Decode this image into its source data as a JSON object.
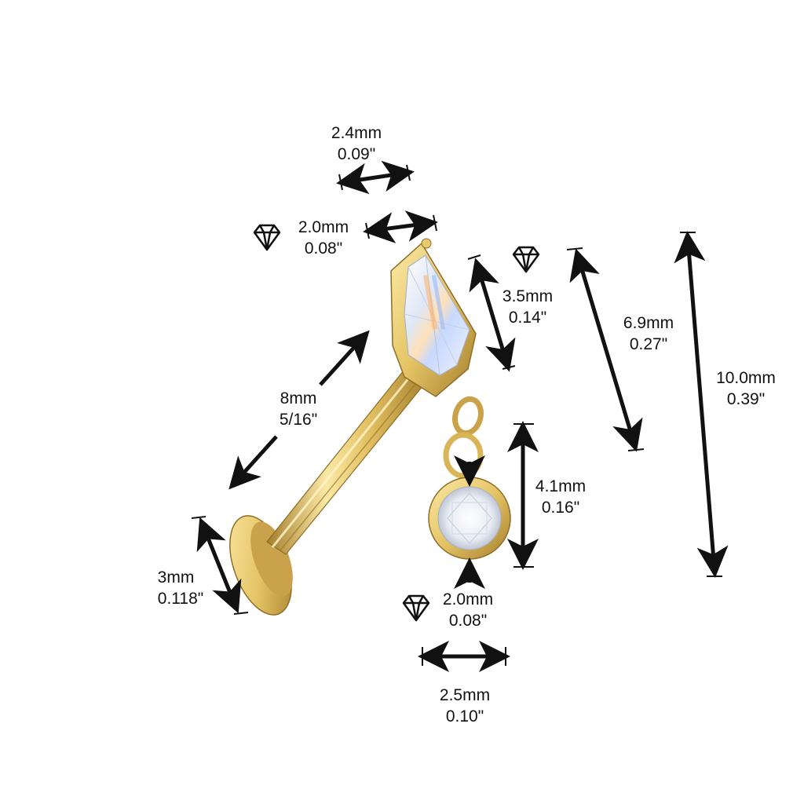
{
  "colors": {
    "background": "#ffffff",
    "ink": "#111111",
    "gold_light": "#fbe9a6",
    "gold_mid": "#e2c062",
    "gold_dark": "#a47e2c",
    "gem_white": "#f4f6fb"
  },
  "icons": {
    "gem_marker": "diamond-outline-icon"
  },
  "dimensions": {
    "top_width": {
      "mm": "2.4mm",
      "inch": "0.09\""
    },
    "top_gem_width": {
      "mm": "2.0mm",
      "inch": "0.08\""
    },
    "top_gem_height": {
      "mm": "3.5mm",
      "inch": "0.14\""
    },
    "top_length": {
      "mm": "6.9mm",
      "inch": "0.27\""
    },
    "total_length": {
      "mm": "10.0mm",
      "inch": "0.39\""
    },
    "bar_length": {
      "mm": "8mm",
      "inch": "5/16\""
    },
    "disc_back": {
      "mm": "3mm",
      "inch": "0.118\""
    },
    "dangle_height": {
      "mm": "4.1mm",
      "inch": "0.16\""
    },
    "dangle_gem": {
      "mm": "2.0mm",
      "inch": "0.08\""
    },
    "dangle_width": {
      "mm": "2.5mm",
      "inch": "0.10\""
    }
  }
}
